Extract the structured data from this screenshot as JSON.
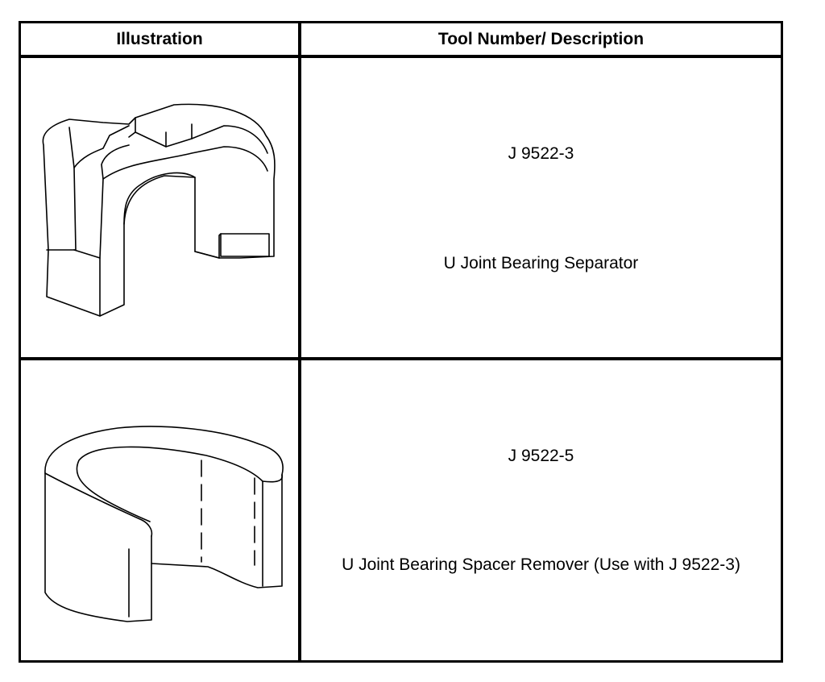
{
  "table": {
    "headers": {
      "illustration": "Illustration",
      "tool_description": "Tool Number/ Description"
    },
    "rows": [
      {
        "tool_number": "J 9522-3",
        "description": "U Joint Bearing Separator",
        "illustration_icon": "u-joint-bearing-separator-icon"
      },
      {
        "tool_number": "J 9522-5",
        "description": "U Joint Bearing Spacer Remover (Use with J 9522-3)",
        "illustration_icon": "u-joint-bearing-spacer-remover-icon"
      }
    ]
  }
}
